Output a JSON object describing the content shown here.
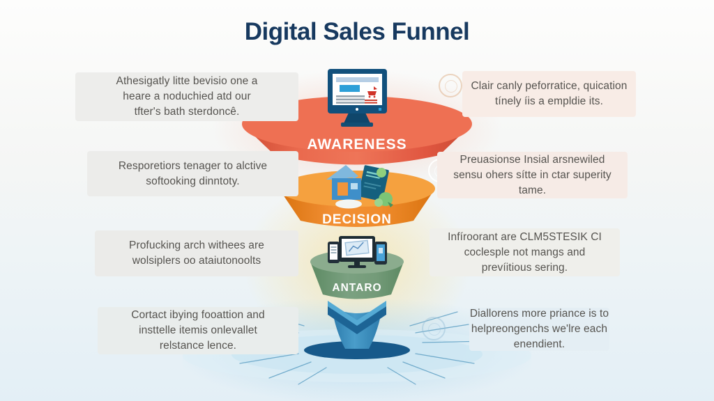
{
  "header": {
    "title": "Digital Sales Funnel",
    "title_color": "#17395f"
  },
  "funnel": {
    "stages": [
      {
        "label": "AWARENESS",
        "color_top": "#ee7053",
        "color_body": "#e4573d",
        "icon": "desktop-webpage-icon"
      },
      {
        "label": "DECISION",
        "color_top": "#f5a13f",
        "color_body": "#ee8420",
        "icon": "house-brochure-plants-icon"
      },
      {
        "label": "ANTARO",
        "color_top": "#8bac8e",
        "color_body": "#6f9c74",
        "icon": "responsive-devices-icon"
      },
      {
        "label": "",
        "color_top": "#4a9dca",
        "color_body": "#2b7aab",
        "icon": "funnel-spout-splash-icon"
      }
    ]
  },
  "notes": {
    "left": [
      {
        "text": "Athesigatly litte bevisio one a\nheare a noduchied atd our\ntfter's bath sterdoncê."
      },
      {
        "text": "Resporetiors tenager to alctive\nsoftooking dinntoty."
      },
      {
        "text": "Profucking arch withees are\nwolsiplers oo ataiutonoolts"
      },
      {
        "text": "Cortact ibying fooattion and\ninsttelle itemis onlevallet\nrelstance lence."
      }
    ],
    "right": [
      {
        "text": "Clair canly peforratice, quication\ntínely íis a empldie its."
      },
      {
        "text": "Preuasionse Insial arsnewiled\nsensu ohers sítte in ctar superity\ntame."
      },
      {
        "text": "Infíroorant are CLM5STESIK CI\ncoclesple not mangs and\nprevíitious sering."
      },
      {
        "text": "Diallorens more priance is to\nhelpreongenchs we'lre each\nenendient."
      }
    ]
  },
  "decorative_icons": [
    "crossed-circle-badge",
    "ring-badge",
    "target-circle-badge",
    "gear-circle-badge",
    "swirl-circle-badge"
  ]
}
